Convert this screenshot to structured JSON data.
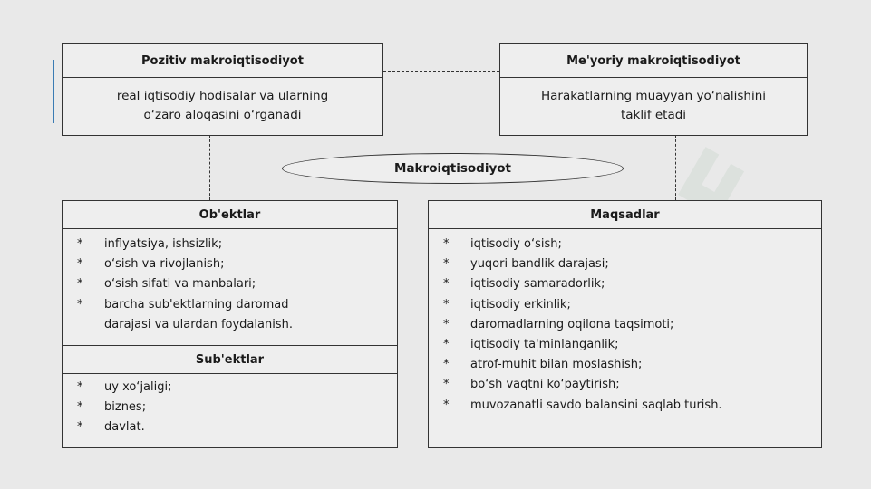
{
  "diagram": {
    "positive": {
      "title": "Pozitiv makroiqtisodiyot",
      "line1": "real iqtisodiy hodisalar va ularning",
      "line2": "o‘zaro aloqasini o‘rganadi"
    },
    "normative": {
      "title": "Me'yoriy makroiqtisodiyot",
      "line1": "Harakatlarning muayyan yo‘nalishini",
      "line2": "taklif etadi"
    },
    "center": "Makroiqtisodiyot",
    "objects": {
      "title": "Ob'ektlar",
      "items": [
        "inflyatsiya, ishsizlik;",
        "o‘sish va rivojlanish;",
        "o‘sish sifati va manbalari;",
        "barcha sub'ektlarning daromad",
        "darajasi va ulardan foydalanish."
      ]
    },
    "subjects": {
      "title": "Sub'ektlar",
      "items": [
        "uy xo‘jaligi;",
        "biznes;",
        "davlat."
      ]
    },
    "goals": {
      "title": "Maqsadlar",
      "items": [
        "iqtisodiy o‘sish;",
        "yuqori bandlik darajasi;",
        "iqtisodiy samaradorlik;",
        "iqtisodiy erkinlik;",
        "daromadlarning oqilona taqsimoti;",
        "iqtisodiy ta'minlanganlik;",
        "atrof-muhit bilan moslashish;",
        "bo‘sh vaqtni ko‘paytirish;",
        "muvozanatli savdo balansini saqlab turish."
      ]
    },
    "bullet": "*",
    "watermark": "SOFF"
  }
}
